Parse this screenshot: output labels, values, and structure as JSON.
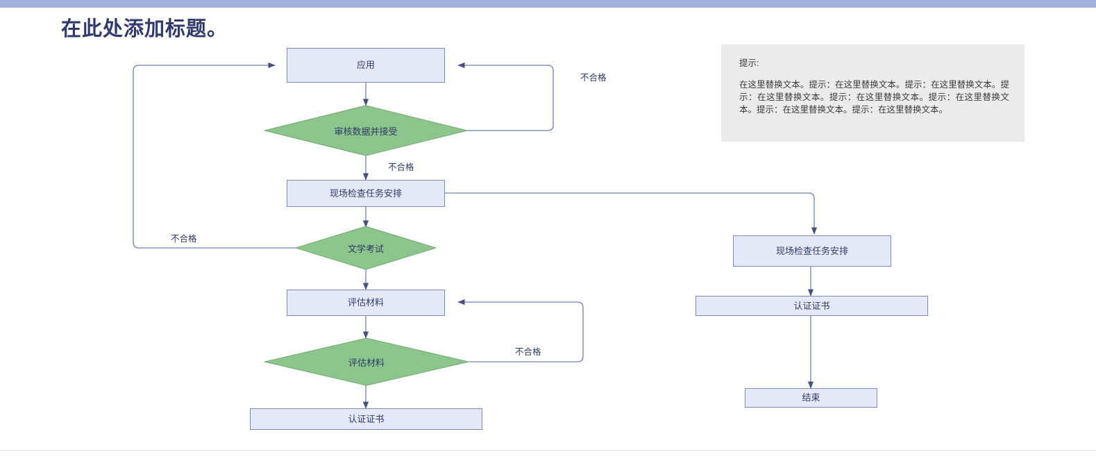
{
  "page": {
    "title": "在此处添加标题。",
    "top_bar_color": "#A3B0DC",
    "node_fill": "#E5E9F7",
    "node_border": "#7C8AB8",
    "decision_fill": "#8CC68C",
    "decision_border": "#6FA86F",
    "text_color": "#2E3B66",
    "connector_color": "#707FAF"
  },
  "tip": {
    "heading": "提示:",
    "body": "在这里替换文本。提示：在这里替换文本。提示：在这里替换文本。提示：在这里替换文本。提示：在这里替换文本。提示：在这里替换文本。提示：在这里替换文本。提示：在这里替换文本。"
  },
  "flow": {
    "nodes": [
      {
        "id": "apply",
        "label": "应用",
        "shape": "process"
      },
      {
        "id": "review",
        "label": "审核数据并接受",
        "shape": "decision"
      },
      {
        "id": "onsite1",
        "label": "现场检查任务安排",
        "shape": "process"
      },
      {
        "id": "literature",
        "label": "文学考试",
        "shape": "decision"
      },
      {
        "id": "evaluate-box",
        "label": "评估材料",
        "shape": "process"
      },
      {
        "id": "evaluate-dia",
        "label": "评估材料",
        "shape": "decision"
      },
      {
        "id": "cert-left",
        "label": "认证证书",
        "shape": "process"
      },
      {
        "id": "onsite2",
        "label": "现场检查任务安排",
        "shape": "process"
      },
      {
        "id": "cert-right",
        "label": "认证证书",
        "shape": "process"
      },
      {
        "id": "end",
        "label": "结束",
        "shape": "process"
      }
    ],
    "edge_labels": {
      "review_fail_right": "不合格",
      "review_fail_down": "不合格",
      "literature_fail": "不合格",
      "evaluate_fail": "不合格"
    }
  }
}
